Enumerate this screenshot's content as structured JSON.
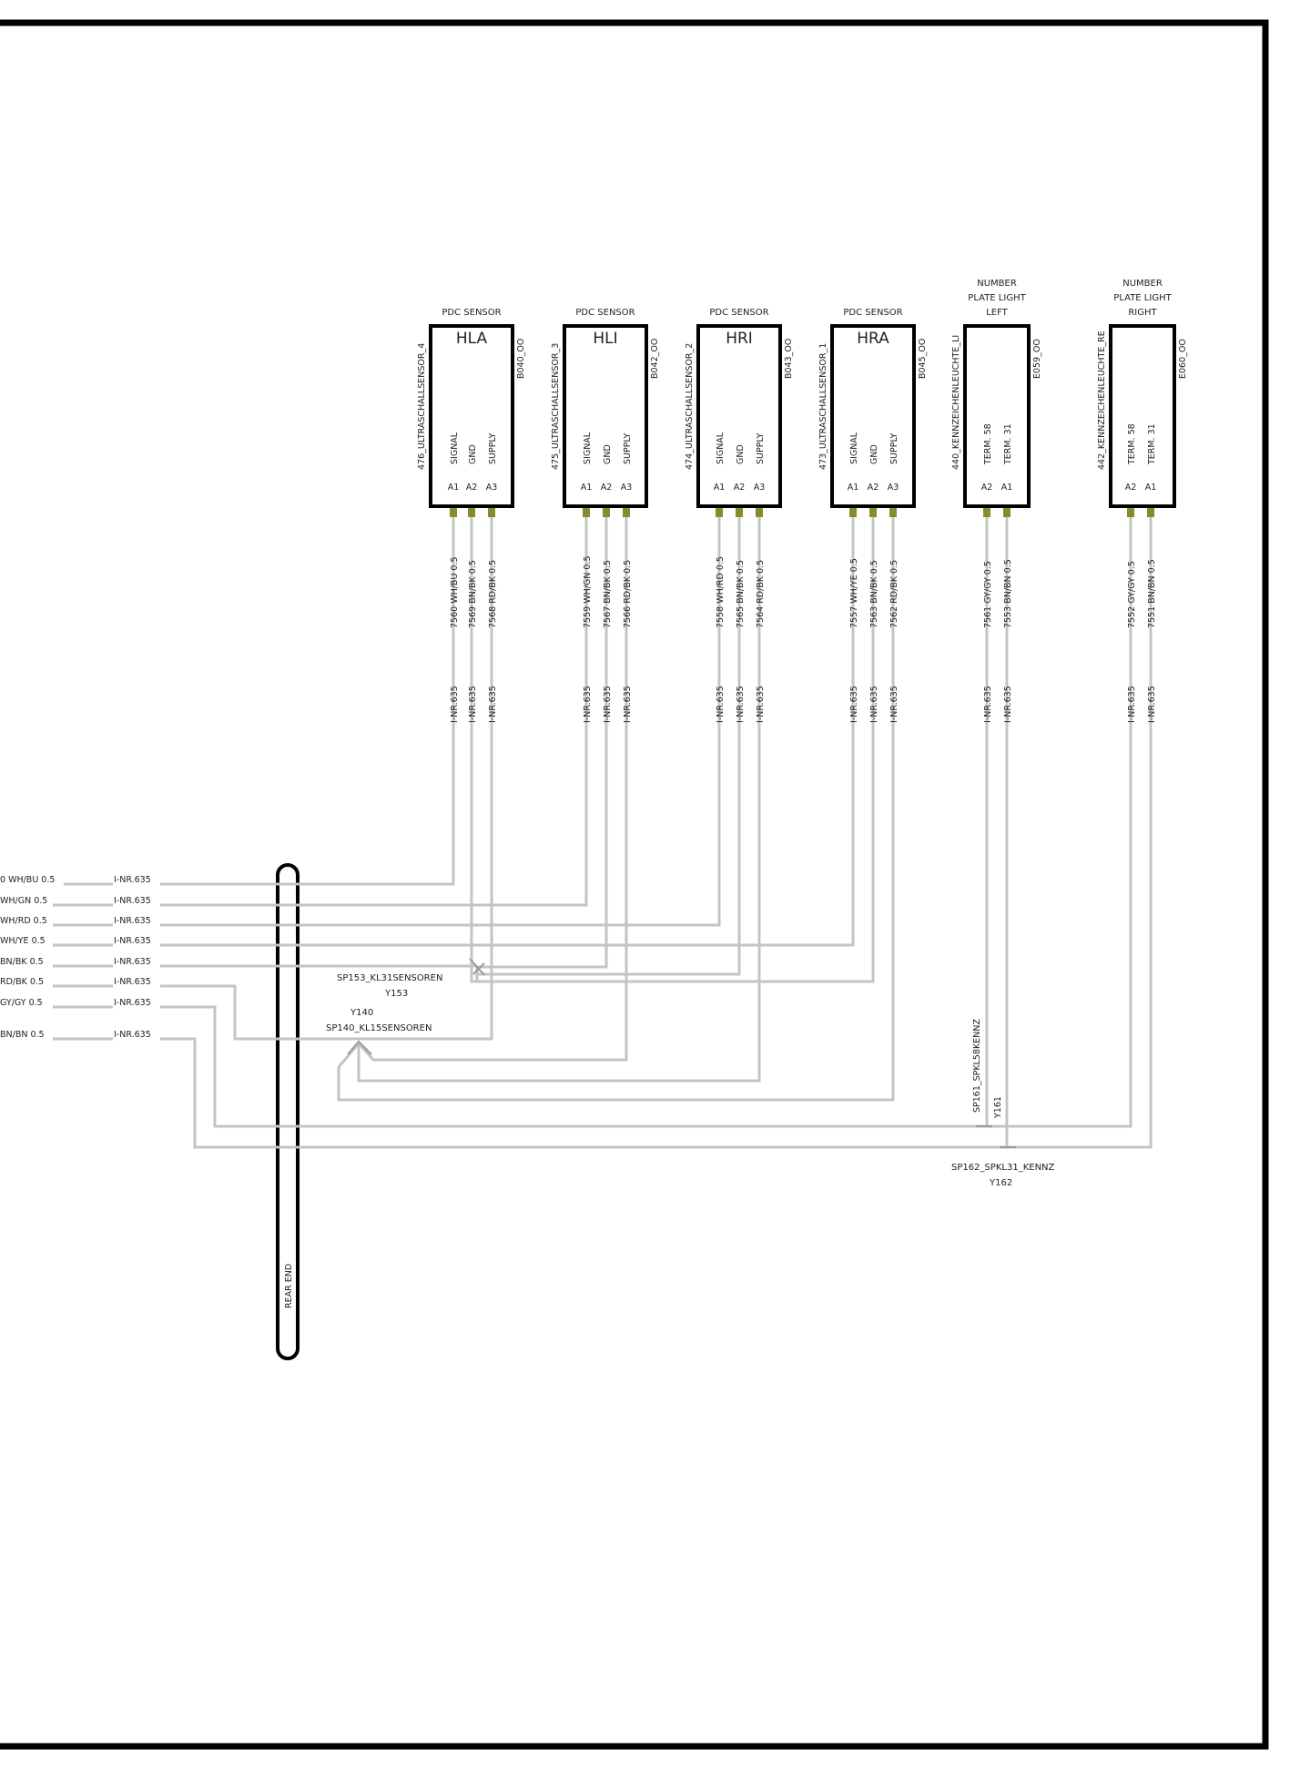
{
  "components": [
    {
      "id": "hla",
      "title": "PDC SENSOR",
      "code": "HLA",
      "side_label": "476_ULTRASCHALLSENSOR_4",
      "part": "B040_OO",
      "pins": [
        {
          "fn": "SIGNAL",
          "pin": "A1",
          "wire": "7560 WH/BU 0.5",
          "inr": "I-NR.635"
        },
        {
          "fn": "GND",
          "pin": "A2",
          "wire": "7569 BN/BK 0.5",
          "inr": "I-NR.635"
        },
        {
          "fn": "SUPPLY",
          "pin": "A3",
          "wire": "7568 RD/BK 0.5",
          "inr": "I-NR.635"
        }
      ]
    },
    {
      "id": "hli",
      "title": "PDC SENSOR",
      "code": "HLI",
      "side_label": "475_ULTRASCHALLSENSOR_3",
      "part": "B042_OO",
      "pins": [
        {
          "fn": "SIGNAL",
          "pin": "A1",
          "wire": "7559 WH/GN 0.5",
          "inr": "I-NR.635"
        },
        {
          "fn": "GND",
          "pin": "A2",
          "wire": "7567 BN/BK 0.5",
          "inr": "I-NR.635"
        },
        {
          "fn": "SUPPLY",
          "pin": "A3",
          "wire": "7566 RD/BK 0.5",
          "inr": "I-NR.635"
        }
      ]
    },
    {
      "id": "hri",
      "title": "PDC SENSOR",
      "code": "HRI",
      "side_label": "474_ULTRASCHALLSENSOR_2",
      "part": "B043_OO",
      "pins": [
        {
          "fn": "SIGNAL",
          "pin": "A1",
          "wire": "7558 WH/RD 0.5",
          "inr": "I-NR.635"
        },
        {
          "fn": "GND",
          "pin": "A2",
          "wire": "7565 BN/BK 0.5",
          "inr": "I-NR.635"
        },
        {
          "fn": "SUPPLY",
          "pin": "A3",
          "wire": "7564 RD/BK 0.5",
          "inr": "I-NR.635"
        }
      ]
    },
    {
      "id": "hra",
      "title": "PDC SENSOR",
      "code": "HRA",
      "side_label": "473_ULTRASCHALLSENSOR_1",
      "part": "B045_OO",
      "pins": [
        {
          "fn": "SIGNAL",
          "pin": "A1",
          "wire": "7557 WH/YE 0.5",
          "inr": "I-NR.635"
        },
        {
          "fn": "GND",
          "pin": "A2",
          "wire": "7563 BN/BK 0.5",
          "inr": "I-NR.635"
        },
        {
          "fn": "SUPPLY",
          "pin": "A3",
          "wire": "7562 RD/BK 0.5",
          "inr": "I-NR.635"
        }
      ]
    },
    {
      "id": "npl",
      "title": [
        "NUMBER",
        "PLATE LIGHT",
        "LEFT"
      ],
      "code": "",
      "side_label": "440_KENNZEICHENLEUCHTE_LI",
      "part": "E059_OO",
      "pins": [
        {
          "fn": "TERM. 58",
          "pin": "A2",
          "wire": "7561 GY/GY 0.5",
          "inr": "I-NR.635"
        },
        {
          "fn": "TERM. 31",
          "pin": "A1",
          "wire": "7553 BN/BN 0.5",
          "inr": "I-NR.635"
        }
      ]
    },
    {
      "id": "npr",
      "title": [
        "NUMBER",
        "PLATE LIGHT",
        "RIGHT"
      ],
      "code": "",
      "side_label": "442_KENNZEICHENLEUCHTE_RE",
      "part": "E060_OO",
      "pins": [
        {
          "fn": "TERM. 58",
          "pin": "A2",
          "wire": "7552 GY/GY 0.5",
          "inr": "I-NR.635"
        },
        {
          "fn": "TERM. 31",
          "pin": "A1",
          "wire": "7551 BN/BN 0.5",
          "inr": "I-NR.635"
        }
      ]
    }
  ],
  "left_wires": [
    {
      "label": "0 WH/BU 0.5",
      "inr": "I-NR.635"
    },
    {
      "label": "WH/GN 0.5",
      "inr": "I-NR.635"
    },
    {
      "label": "WH/RD 0.5",
      "inr": "I-NR.635"
    },
    {
      "label": "WH/YE 0.5",
      "inr": "I-NR.635"
    },
    {
      "label": "BN/BK 0.5",
      "inr": "I-NR.635"
    },
    {
      "label": "RD/BK 0.5",
      "inr": "I-NR.635"
    },
    {
      "label": "GY/GY 0.5",
      "inr": "I-NR.635"
    },
    {
      "label": "BN/BN 0.5",
      "inr": "I-NR.635"
    }
  ],
  "splices": {
    "sp153": {
      "name": "SP153_KL31SENSOREN",
      "id": "Y153"
    },
    "sp140": {
      "name": "SP140_KL15SENSOREN",
      "id": "Y140"
    },
    "sp161": {
      "name": "SP161_SPKL58KENNZ",
      "id": "Y161"
    },
    "sp162": {
      "name": "SP162_SPKL31_KENNZ",
      "id": "Y162"
    }
  },
  "harness": {
    "label": "REAR END"
  },
  "colors": {
    "wire": "#c4c4c4",
    "pin": "#8a8a2a",
    "frame": "#000000"
  }
}
